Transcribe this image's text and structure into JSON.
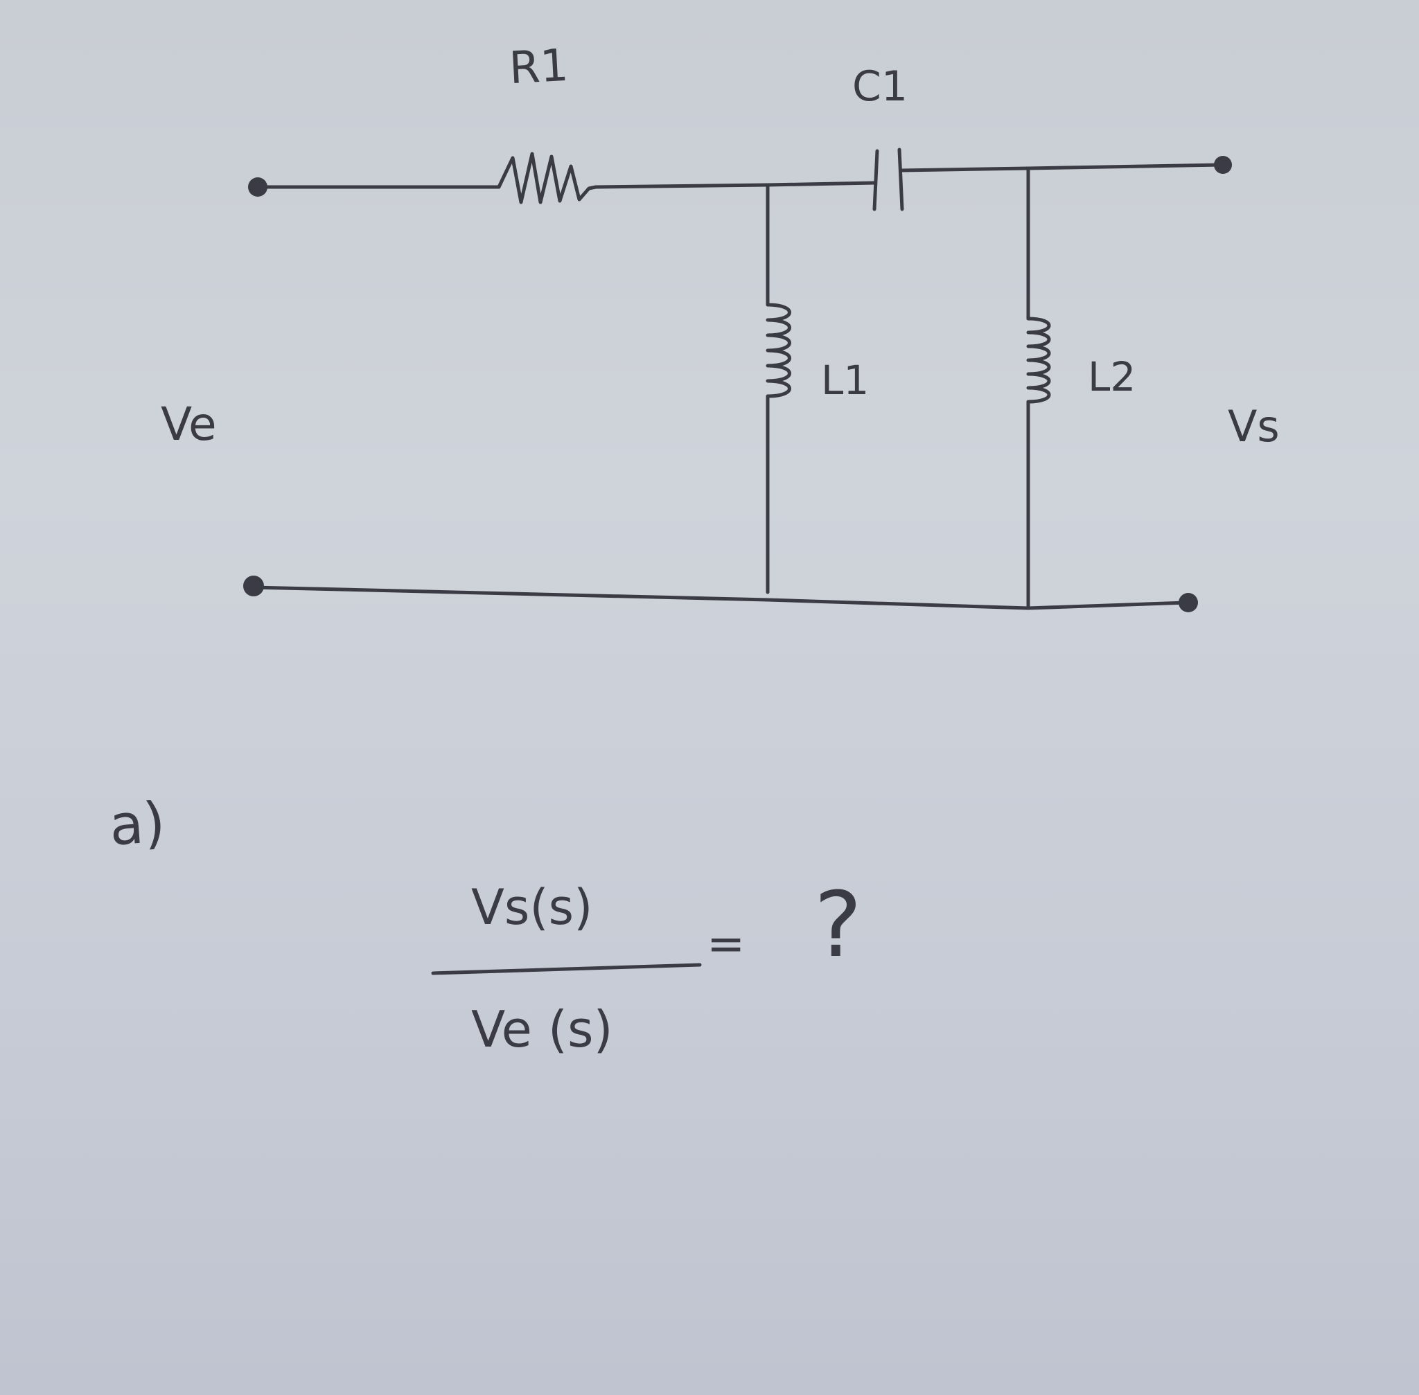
{
  "components": {
    "r1": "R1",
    "c1": "C1",
    "l1": "L1",
    "l2": "L2"
  },
  "ports": {
    "input": "Ve",
    "output": "Vs"
  },
  "question": {
    "part": "a)",
    "numerator": "Vs(s)",
    "denominator": "Ve (s)",
    "equals": "=",
    "unknown": "?"
  },
  "colors": {
    "paper": "#cbcfd7",
    "ink": "#3a3b44"
  }
}
